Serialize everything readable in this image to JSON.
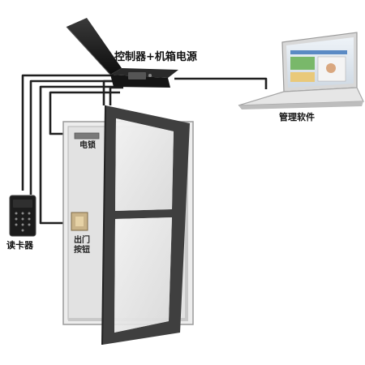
{
  "labels": {
    "controller": "控制器+机箱电源",
    "software": "管理软件",
    "electric_lock": "电锁",
    "card_reader": "读卡器",
    "exit_button_line1": "出门",
    "exit_button_line2": "按钮"
  },
  "colors": {
    "cable": "#1f1f1f",
    "wall": "#ededed",
    "door_frame": "#3f3f3f",
    "glass": "#e6e6e6",
    "device": "#1c1c1c"
  }
}
